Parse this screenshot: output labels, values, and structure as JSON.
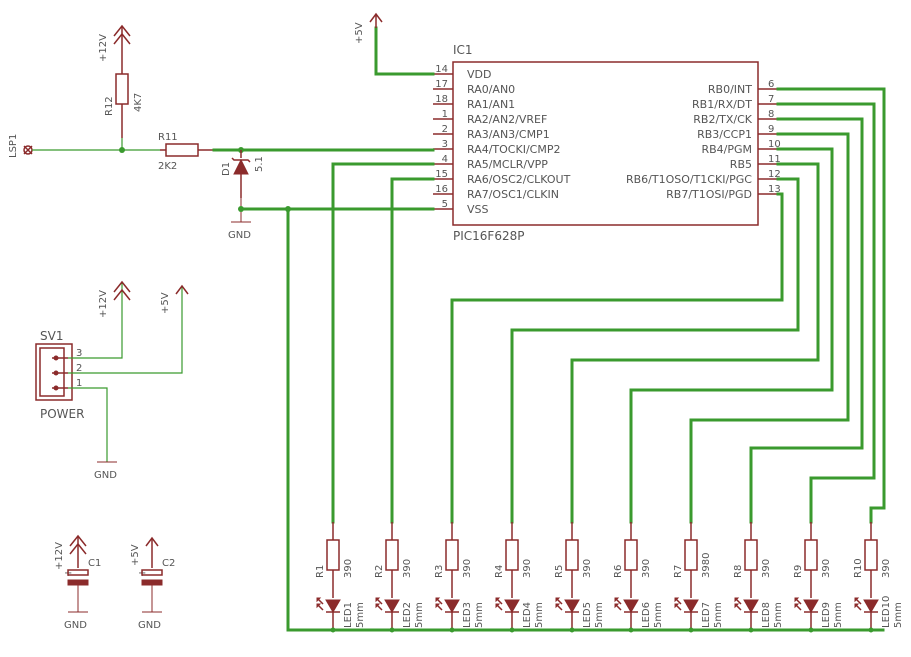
{
  "ic": {
    "name": "IC1",
    "part": "PIC16F628P",
    "left_pins": [
      {
        "num": "14",
        "label": "VDD"
      },
      {
        "num": "17",
        "label": "RA0/AN0"
      },
      {
        "num": "18",
        "label": "RA1/AN1"
      },
      {
        "num": "1",
        "label": "RA2/AN2/VREF"
      },
      {
        "num": "2",
        "label": "RA3/AN3/CMP1"
      },
      {
        "num": "3",
        "label": "RA4/TOCKI/CMP2"
      },
      {
        "num": "4",
        "label": "RA5/MCLR/VPP"
      },
      {
        "num": "15",
        "label": "RA6/OSC2/CLKOUT"
      },
      {
        "num": "16",
        "label": "RA7/OSC1/CLKIN"
      },
      {
        "num": "5",
        "label": "VSS"
      }
    ],
    "right_pins": [
      {
        "num": "6",
        "label": "RB0/INT"
      },
      {
        "num": "7",
        "label": "RB1/RX/DT"
      },
      {
        "num": "8",
        "label": "RB2/TX/CK"
      },
      {
        "num": "9",
        "label": "RB3/CCP1"
      },
      {
        "num": "10",
        "label": "RB4/PGM"
      },
      {
        "num": "11",
        "label": "RB5"
      },
      {
        "num": "12",
        "label": "RB6/T1OSO/T1CKI/PGC"
      },
      {
        "num": "13",
        "label": "RB7/T1OSI/PGD"
      }
    ]
  },
  "supplies": {
    "p12v": "+12V",
    "p5v": "+5V",
    "gnd": "GND"
  },
  "r12": {
    "name": "R12",
    "value": "4K7"
  },
  "r11": {
    "name": "R11",
    "value": "2K2"
  },
  "d1": {
    "name": "D1",
    "value": "5.1"
  },
  "lsp1": {
    "name": "LSP1"
  },
  "sv1": {
    "name": "SV1",
    "value": "POWER",
    "pins": [
      "3",
      "2",
      "1"
    ]
  },
  "c1": {
    "name": "C1"
  },
  "c2": {
    "name": "C2"
  },
  "leds": [
    {
      "r": "R1",
      "rv": "390",
      "led": "LED1",
      "lv": "5mm"
    },
    {
      "r": "R2",
      "rv": "390",
      "led": "LED2",
      "lv": "5mm"
    },
    {
      "r": "R3",
      "rv": "390",
      "led": "LED3",
      "lv": "5mm"
    },
    {
      "r": "R4",
      "rv": "390",
      "led": "LED4",
      "lv": "5mm"
    },
    {
      "r": "R5",
      "rv": "390",
      "led": "LED5",
      "lv": "5mm"
    },
    {
      "r": "R6",
      "rv": "390",
      "led": "LED6",
      "lv": "5mm"
    },
    {
      "r": "R7",
      "rv": "3980",
      "led": "LED7",
      "lv": "5mm"
    },
    {
      "r": "R8",
      "rv": "390",
      "led": "LED8",
      "lv": "5mm"
    },
    {
      "r": "R9",
      "rv": "390",
      "led": "LED9",
      "lv": "5mm"
    },
    {
      "r": "R10",
      "rv": "390",
      "led": "LED10",
      "lv": "5mm"
    }
  ]
}
